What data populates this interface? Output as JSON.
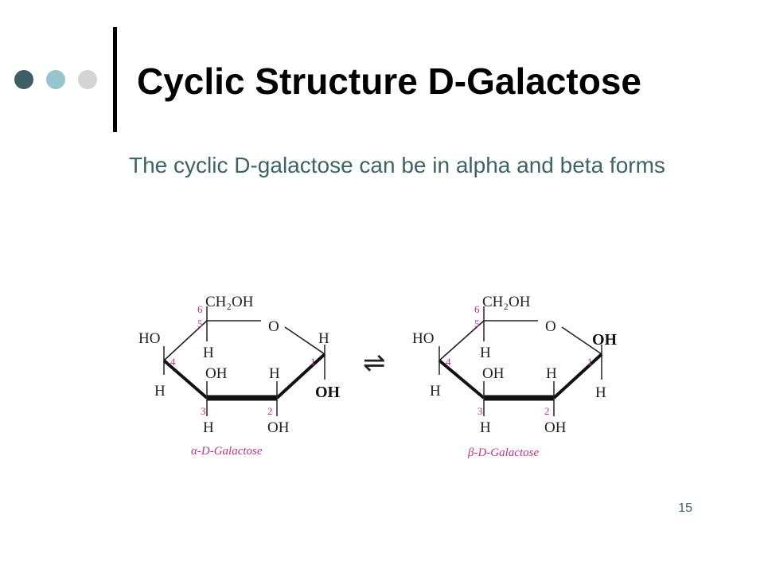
{
  "slide": {
    "title": "Cyclic Structure D-Galactose",
    "body": "The cyclic D-galactose can be in alpha and beta forms",
    "slide_number": "15"
  },
  "colors": {
    "dot_dark": "#3b5f65",
    "dot_mid": "#94c6cb",
    "dot_light": "#d4d4d4",
    "title_bar": "#000000",
    "title_text": "#000000",
    "body_text": "#3b6469",
    "label_number": "#c2307f",
    "slide_number": "#3b6469"
  },
  "figure": {
    "equilibrium_arrows": "⇌",
    "alpha": {
      "caption": "α-D-Galactose",
      "ch2oh": "CH₂OH",
      "ring_o": "O",
      "c4_ho": "HO",
      "c4_h": "H",
      "c5_h": "H",
      "c3_oh": "OH",
      "c3_h": "H",
      "c2_h": "H",
      "c2_oh": "OH",
      "c1_h": "H",
      "c1_oh": "OH",
      "numbers": {
        "n1": "1",
        "n2": "2",
        "n3": "3",
        "n4": "4",
        "n5": "5",
        "n6": "6"
      }
    },
    "beta": {
      "caption": "β-D-Galactose",
      "ch2oh": "CH₂OH",
      "ring_o": "O",
      "c4_ho": "HO",
      "c4_h": "H",
      "c5_h": "H",
      "c3_oh": "OH",
      "c3_h": "H",
      "c2_h": "H",
      "c2_oh": "OH",
      "c1_oh": "OH",
      "c1_h": "H",
      "numbers": {
        "n1": "1",
        "n2": "2",
        "n3": "3",
        "n4": "4",
        "n5": "5",
        "n6": "6"
      }
    }
  }
}
